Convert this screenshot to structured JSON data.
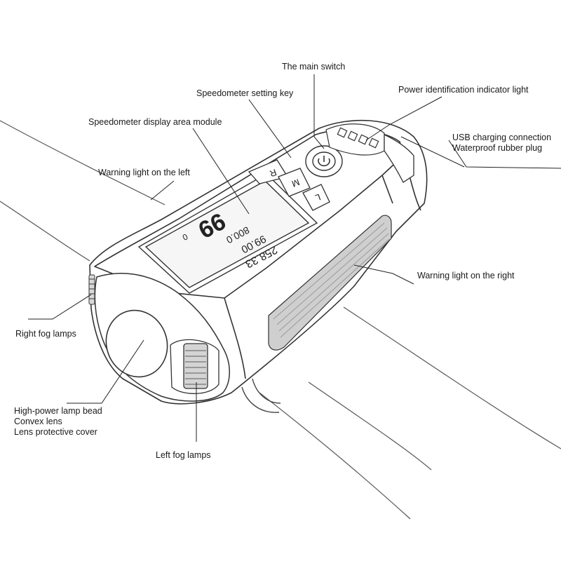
{
  "labels": {
    "main_switch": "The main switch",
    "speedometer_key": "Speedometer setting key",
    "power_indicator": "Power identification indicator light",
    "display_module": "Speedometer display area module",
    "usb": [
      "USB charging connection",
      "Waterproof rubber plug"
    ],
    "warning_left": "Warning light on the left",
    "warning_right": "Warning light on the right",
    "right_fog": "Right fog lamps",
    "lamp": [
      "High-power lamp bead",
      "Convex lens",
      "Lens protective cover"
    ],
    "left_fog": "Left fog lamps"
  },
  "buttons": {
    "r": "R",
    "m": "M",
    "l": "L"
  },
  "screen": {
    "odometer": "258.33",
    "trip": "99.00",
    "time": "800.0",
    "speed": "99",
    "speed_prefix": "0"
  },
  "colors": {
    "line": "#3a3a3a",
    "screen": "#f6f6f6",
    "text": "#1a1a1a"
  }
}
